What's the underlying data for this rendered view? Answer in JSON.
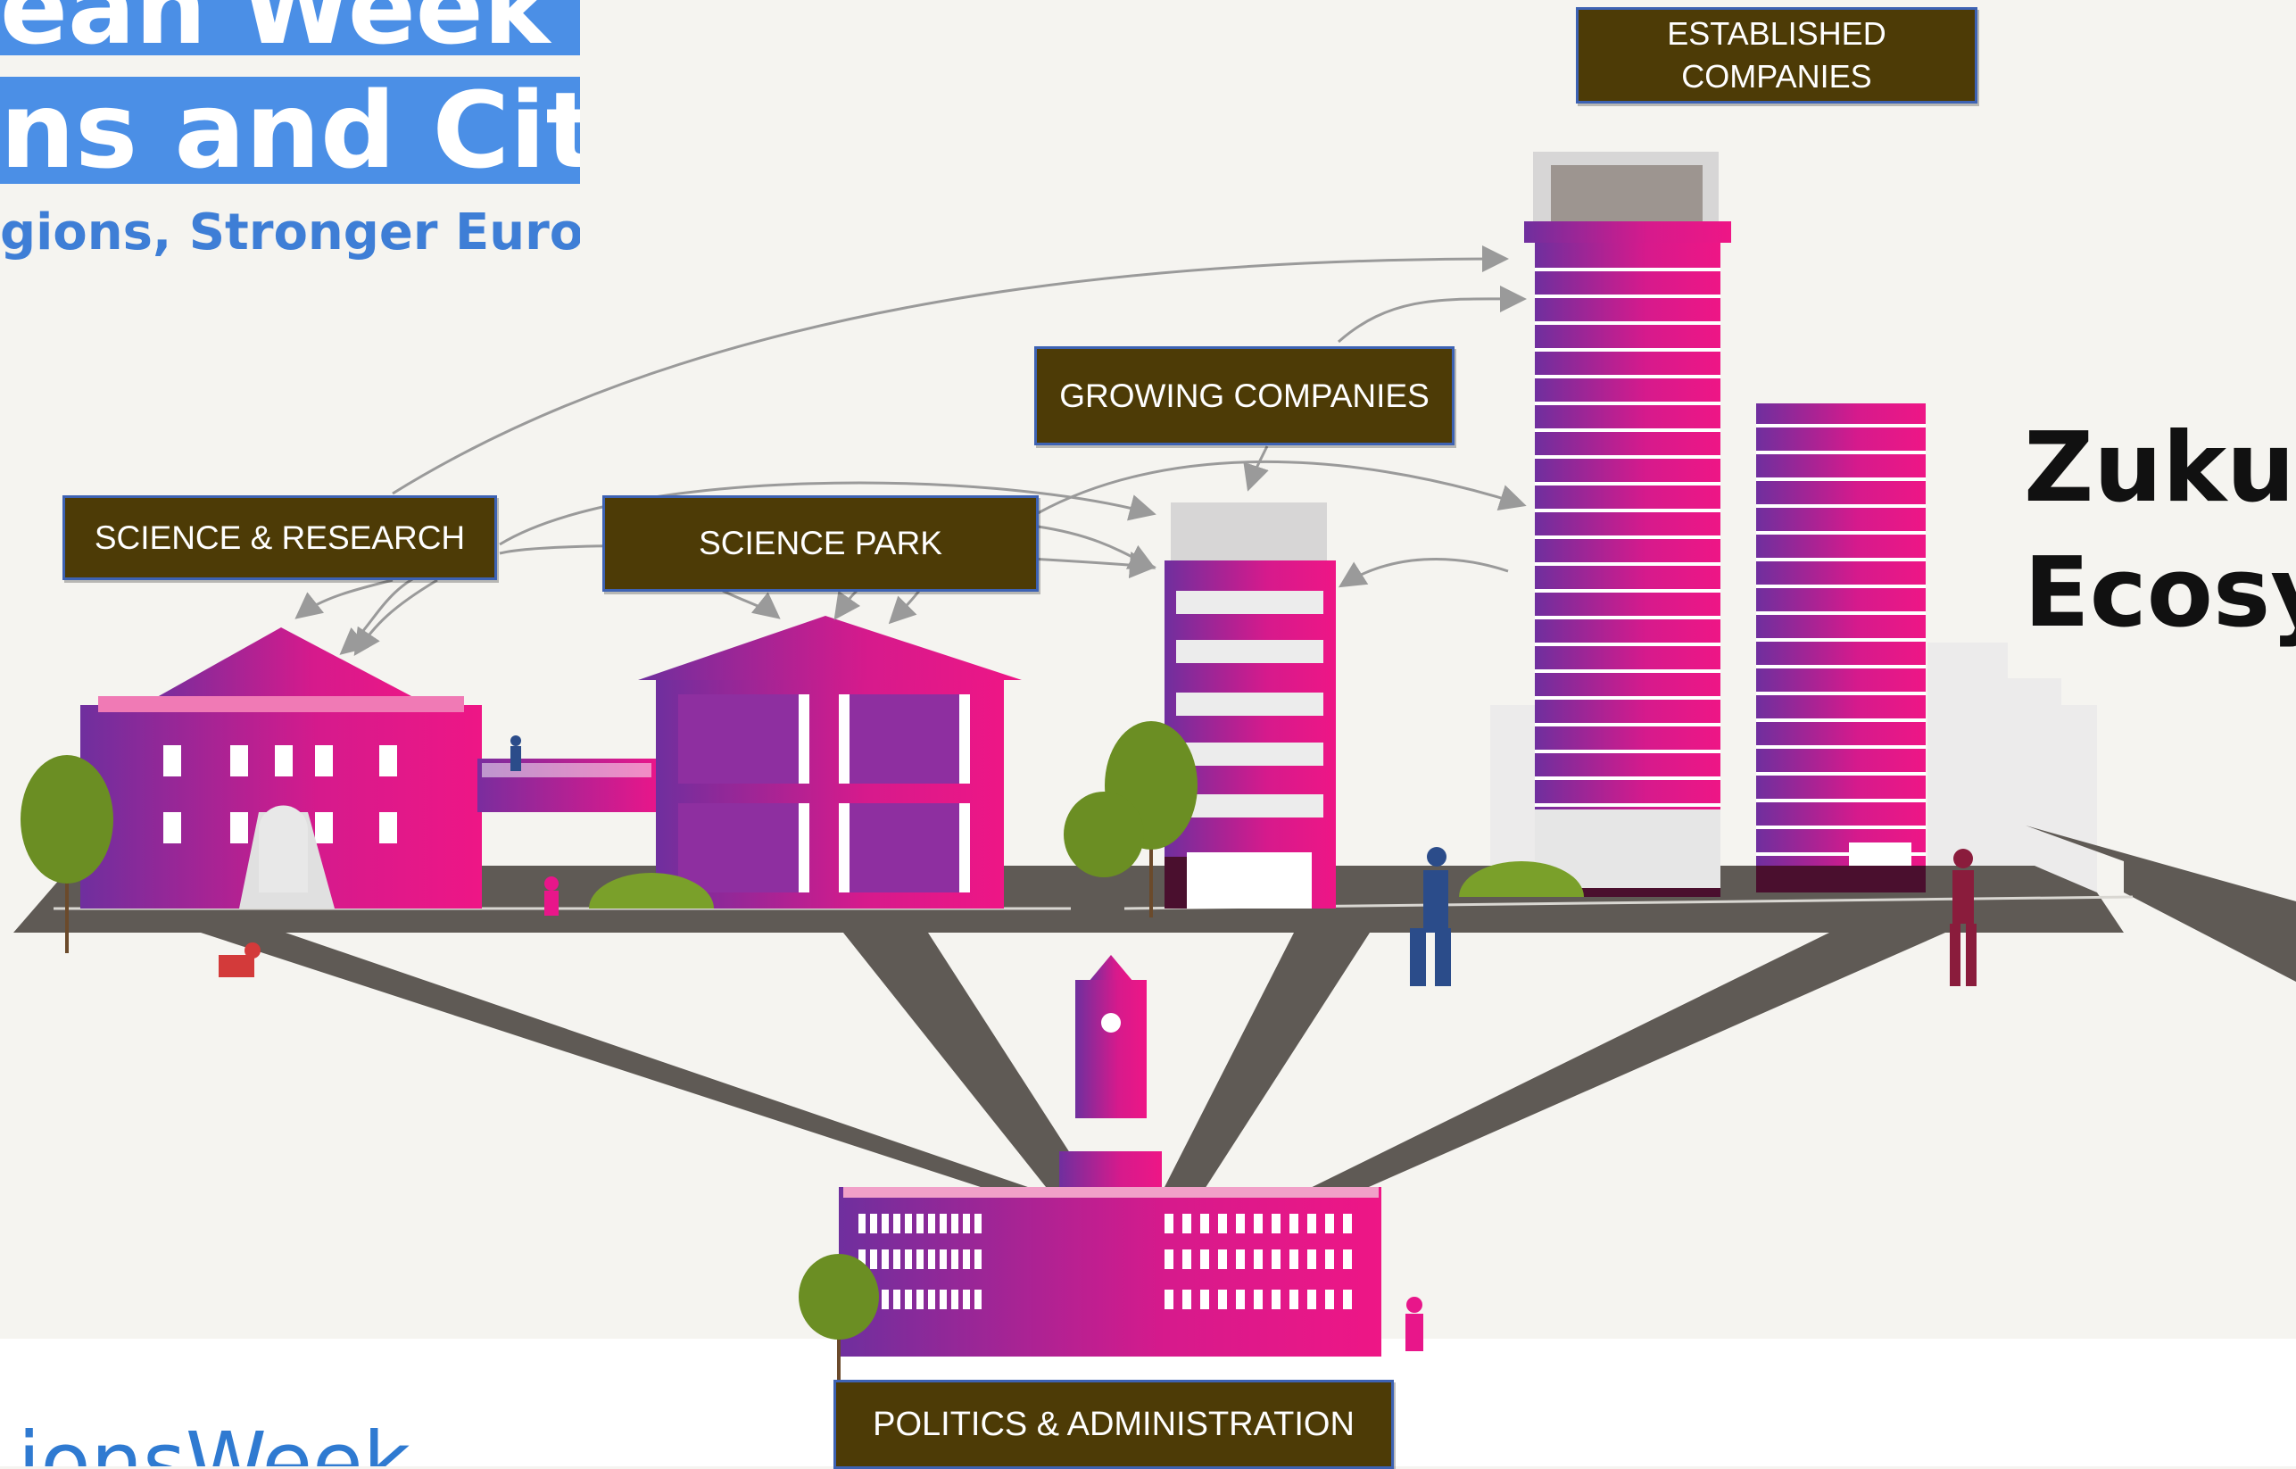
{
  "banner": {
    "line1": "ean Week of",
    "line2": "ns and Cities",
    "tagline": "gions, Stronger Europe",
    "hashtag": "ionsWeek"
  },
  "labels": {
    "science": "SCIENCE & RESEARCH",
    "park": "SCIENCE PARK",
    "growing": "GROWING COMPANIES",
    "established_line1": "ESTABLISHED",
    "established_line2": "COMPANIES",
    "politics": "POLITICS & ADMINISTRATION"
  },
  "title": {
    "line1": "Zukur",
    "line2": "Ecosys"
  },
  "colors": {
    "label_bg": "#4d3b06",
    "label_border": "#3d62b3",
    "magenta": "#e8168a",
    "purple": "#7a2c9c",
    "road": "#5f5a55",
    "tree": "#6b8e23",
    "banner_blue": "#4b8fe6"
  }
}
